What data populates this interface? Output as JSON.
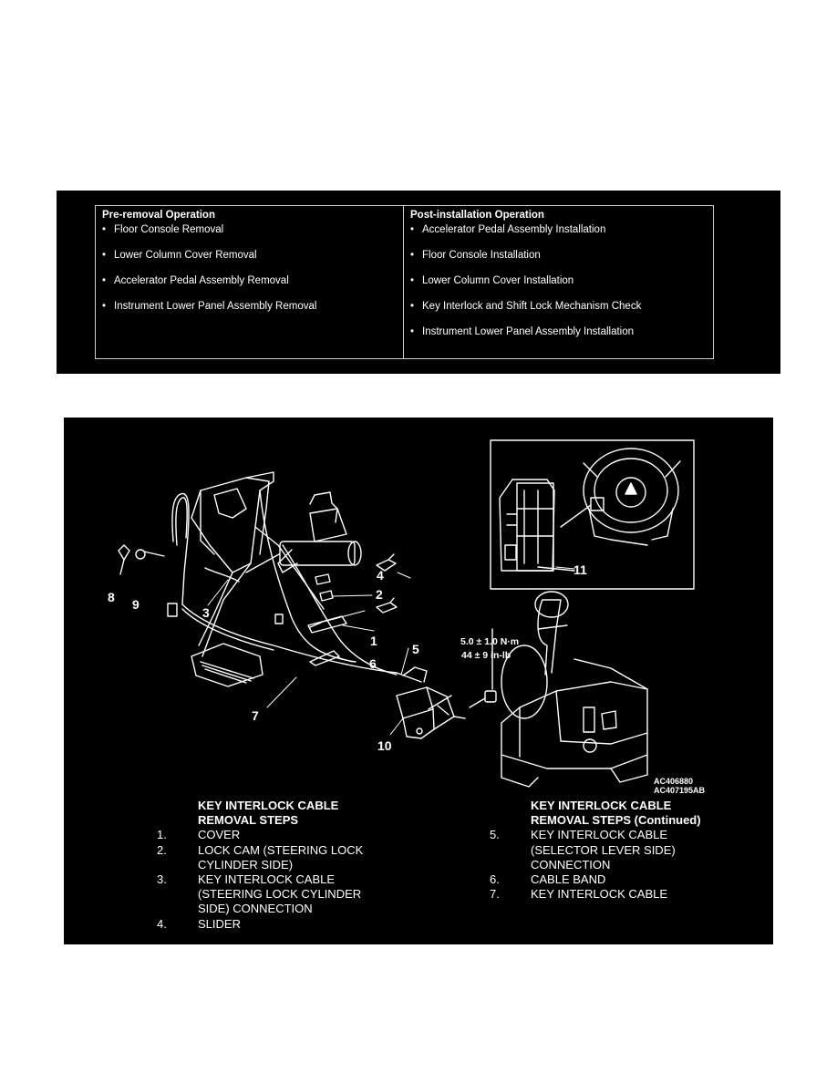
{
  "operations": {
    "pre_removal": {
      "heading": "Pre-removal Operation",
      "items": [
        "Floor Console Removal",
        "Lower Column Cover Removal",
        "Accelerator Pedal Assembly Removal",
        "Instrument Lower Panel Assembly Removal"
      ]
    },
    "post_installation": {
      "heading": "Post-installation Operation",
      "items": [
        "Accelerator Pedal Assembly Installation",
        "Floor Console Installation",
        "Lower Column Cover Installation",
        "Key Interlock and Shift Lock Mechanism Check",
        "Instrument Lower Panel Assembly Installation"
      ]
    },
    "bullet": "•"
  },
  "illustration": {
    "callouts": [
      "1",
      "2",
      "3",
      "4",
      "5",
      "6",
      "7",
      "8",
      "9",
      "10",
      "11"
    ],
    "torque_nm": "5.0 ± 1.0 N·m",
    "torque_inlb": "44 ± 9 in-lb",
    "codes": [
      "AC406880",
      "AC407195AB"
    ]
  },
  "removal_steps": {
    "title_line1": "KEY INTERLOCK CABLE",
    "title_line2": "REMOVAL STEPS",
    "title2_line1": "KEY INTERLOCK CABLE",
    "title2_line2": "REMOVAL STEPS (Continued)",
    "left": [
      {
        "num": "1.",
        "text": "COVER"
      },
      {
        "num": "2.",
        "text": "LOCK CAM (STEERING LOCK\nCYLINDER SIDE)"
      },
      {
        "num": "3.",
        "text": "KEY INTERLOCK CABLE\n(STEERING LOCK CYLINDER\nSIDE) CONNECTION"
      },
      {
        "num": "4.",
        "text": "SLIDER"
      }
    ],
    "right": [
      {
        "num": "5.",
        "text": "KEY INTERLOCK CABLE\n(SELECTOR LEVER SIDE)\nCONNECTION"
      },
      {
        "num": "6.",
        "text": "CABLE BAND"
      },
      {
        "num": "7.",
        "text": "KEY INTERLOCK CABLE"
      }
    ]
  }
}
